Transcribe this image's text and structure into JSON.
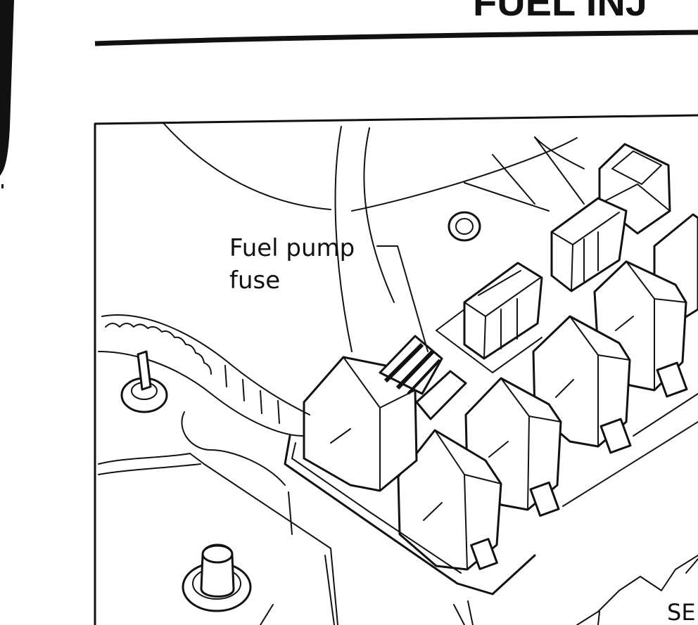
{
  "heading": {
    "text": "FUEL INJ"
  },
  "callouts": {
    "fuel_pump_fuse_line1": "Fuel pump",
    "fuel_pump_fuse_line2": "fuse",
    "bottom_right_partial": "SE"
  },
  "colors": {
    "ink": "#111111",
    "paper": "#ffffff"
  }
}
